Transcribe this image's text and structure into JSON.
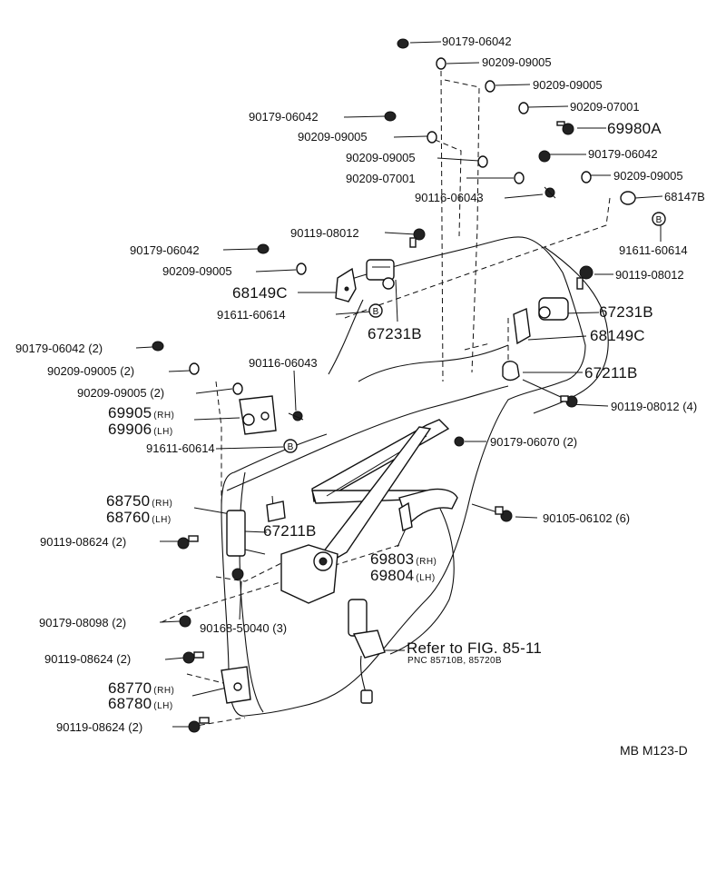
{
  "callouts": {
    "c01": "90179-06042",
    "c02": "90209-09005",
    "c03": "90209-09005",
    "c04": "90209-07001",
    "c05": "90179-06042",
    "c06": "69980A",
    "c07": "90209-09005",
    "c08": "90179-06042",
    "c09": "90209-09005",
    "c10": "90209-07001",
    "c11": "90209-09005",
    "c12": "90116-06043",
    "c13": "68147B",
    "c14": "90119-08012",
    "c15": "90179-06042",
    "c16": "91611-60614",
    "c17": "90209-09005",
    "c18": "90119-08012",
    "c19": "68149C",
    "c20": "67231B",
    "c21": "91611-60614",
    "c22": "67231B",
    "c23": "90179-06042 (2)",
    "c24": "68149C",
    "c25": "90209-09005 (2)",
    "c26": "90116-06043",
    "c27": "67211B",
    "c28": "90209-09005 (2)",
    "c29": "90119-08012 (4)",
    "c30_a": "69905",
    "c30_a_sfx": "(RH)",
    "c30_b": "69906",
    "c30_b_sfx": "(LH)",
    "c31": "91611-60614",
    "c32": "90179-06070 (2)",
    "c33_a": "68750",
    "c33_a_sfx": "(RH)",
    "c33_b": "68760",
    "c33_b_sfx": "(LH)",
    "c34": "67211B",
    "c35": "90105-06102 (6)",
    "c36": "90119-08624 (2)",
    "c37_a": "69803",
    "c37_a_sfx": "(RH)",
    "c37_b": "69804",
    "c37_b_sfx": "(LH)",
    "c38": "90179-08098 (2)",
    "c39": "90168-50040 (3)",
    "c40": "90119-08624 (2)",
    "c41_a": "Refer to FIG. 85-11",
    "c41_b": "PNC 85710B, 85720B",
    "c42_a": "68770",
    "c42_a_sfx": "(RH)",
    "c42_b": "68780",
    "c42_b_sfx": "(LH)",
    "c43": "90119-08624 (2)",
    "clip_mark": "B"
  },
  "figure_code": "MB  M123-D"
}
